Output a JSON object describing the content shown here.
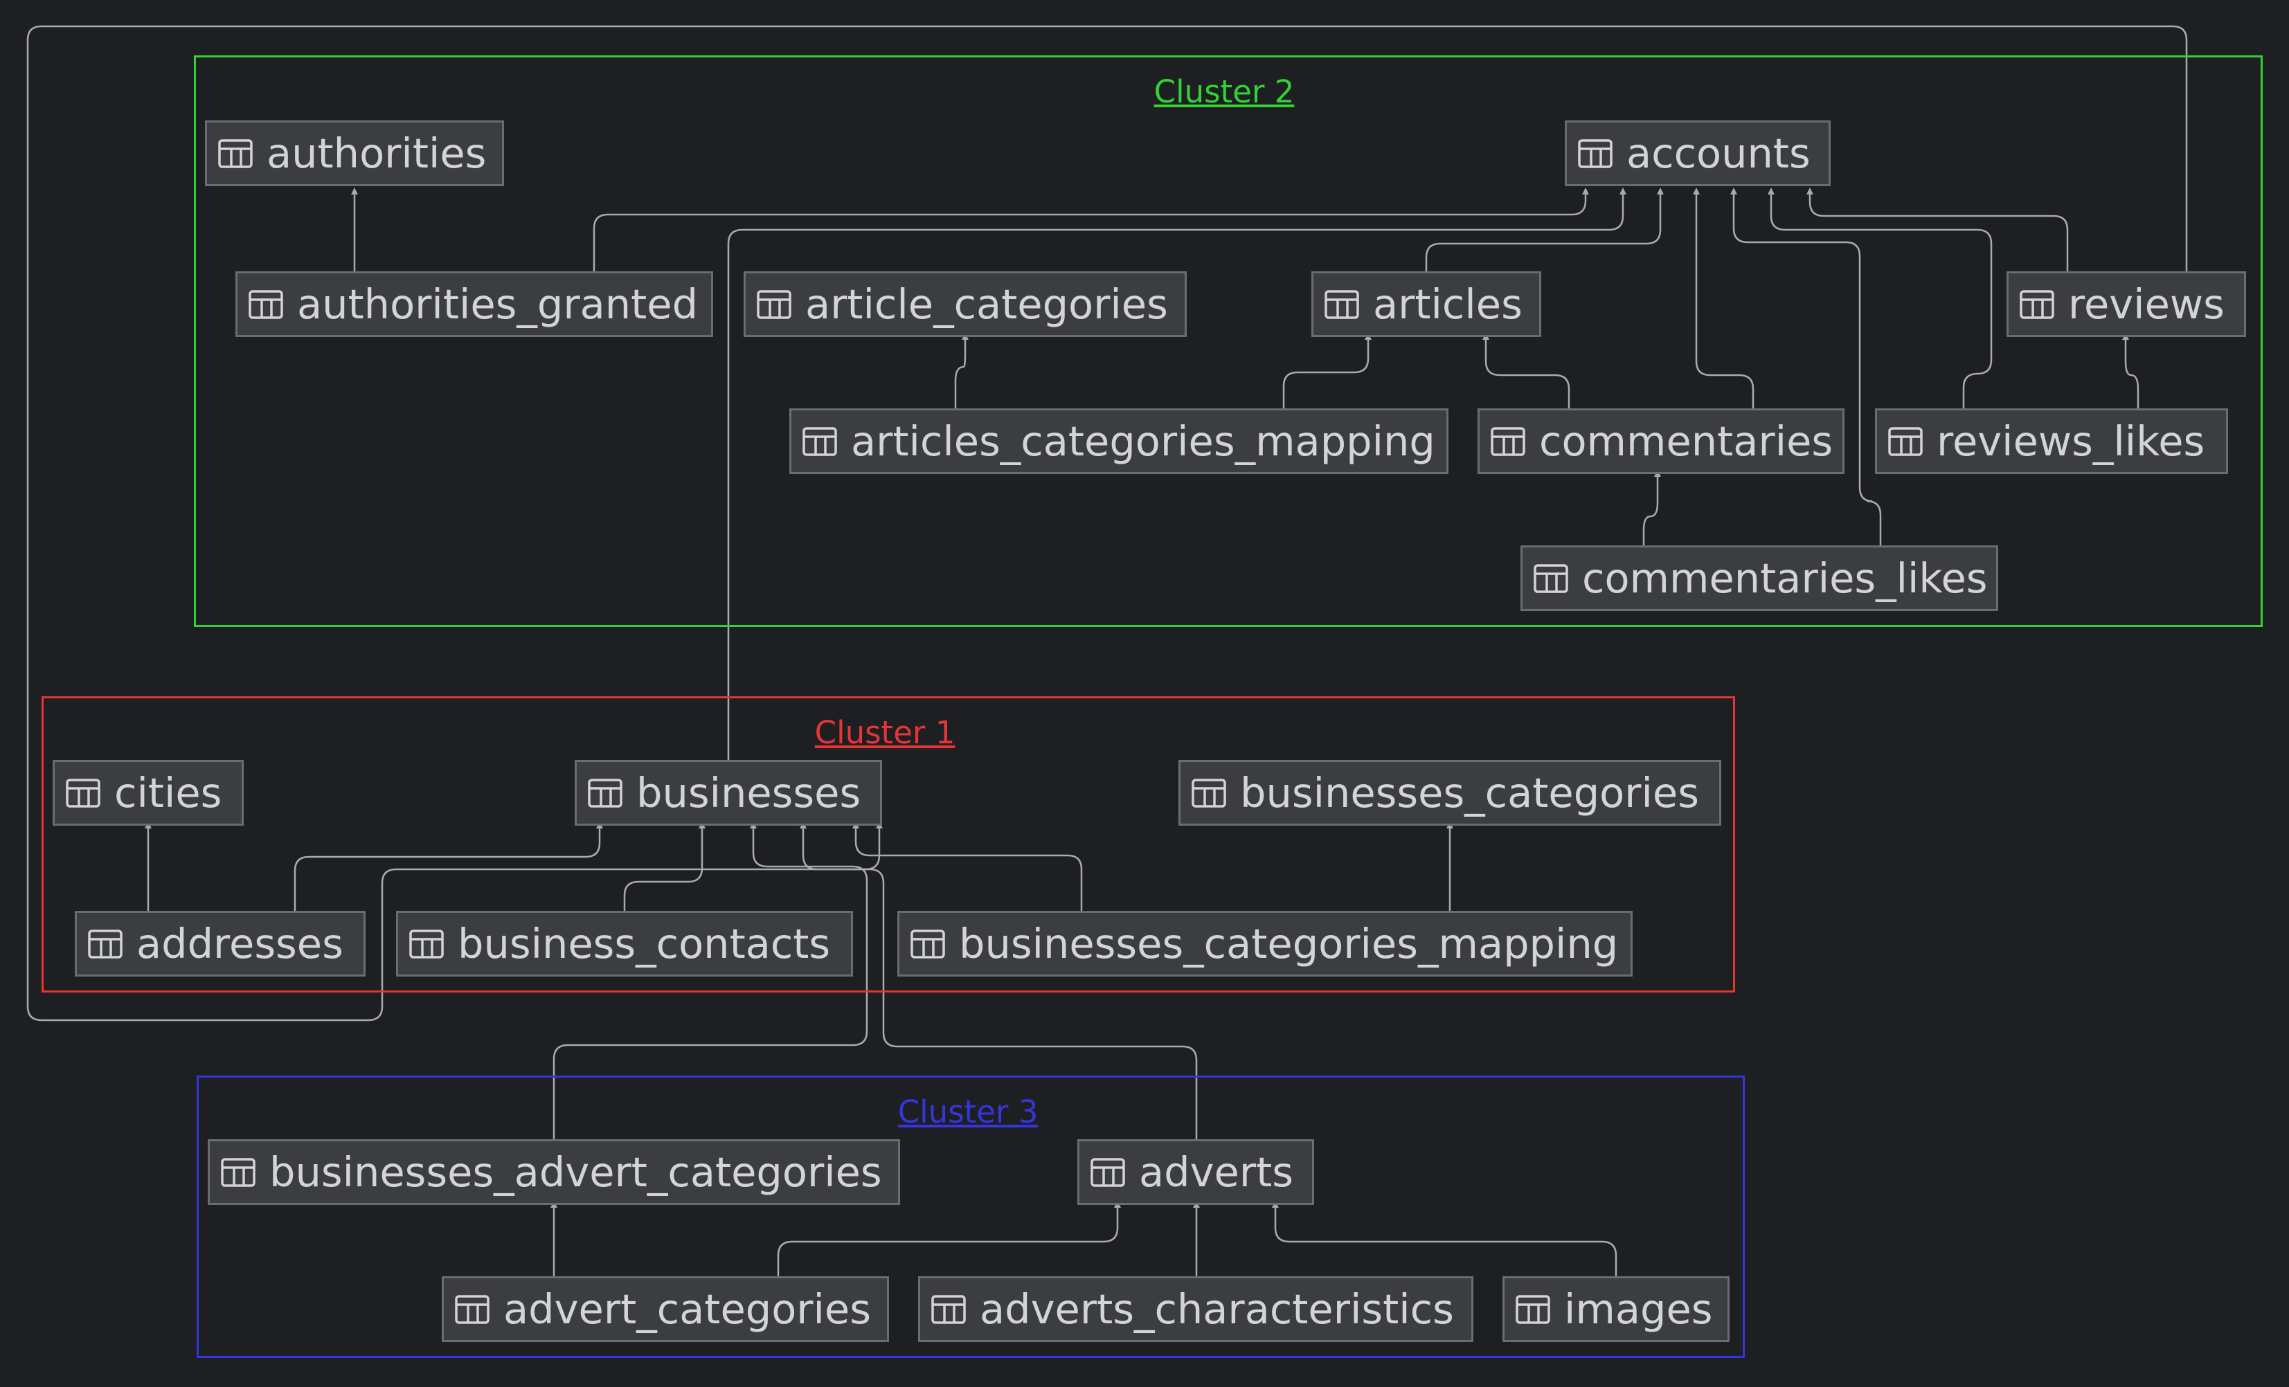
{
  "colors": {
    "background": "#1e1f22",
    "node_fill": "#3c3d40",
    "node_border": "#6b6c70",
    "text": "#d3d4d6",
    "edge": "#a9aaad"
  },
  "node_icon": "table-icon",
  "clusters": [
    {
      "id": "cluster-2",
      "label": "Cluster 2",
      "color": "#32d232"
    },
    {
      "id": "cluster-1",
      "label": "Cluster 1",
      "color": "#e53535"
    },
    {
      "id": "cluster-3",
      "label": "Cluster 3",
      "color": "#3535dc"
    }
  ],
  "tables": [
    {
      "id": "authorities",
      "label": "authorities",
      "cluster": "cluster-2"
    },
    {
      "id": "accounts",
      "label": "accounts",
      "cluster": "cluster-2"
    },
    {
      "id": "authorities_granted",
      "label": "authorities_granted",
      "cluster": "cluster-2"
    },
    {
      "id": "article_categories",
      "label": "article_categories",
      "cluster": "cluster-2"
    },
    {
      "id": "articles",
      "label": "articles",
      "cluster": "cluster-2"
    },
    {
      "id": "reviews",
      "label": "reviews",
      "cluster": "cluster-2"
    },
    {
      "id": "articles_categories_mapping",
      "label": "articles_categories_mapping",
      "cluster": "cluster-2"
    },
    {
      "id": "commentaries",
      "label": "commentaries",
      "cluster": "cluster-2"
    },
    {
      "id": "reviews_likes",
      "label": "reviews_likes",
      "cluster": "cluster-2"
    },
    {
      "id": "commentaries_likes",
      "label": "commentaries_likes",
      "cluster": "cluster-2"
    },
    {
      "id": "cities",
      "label": "cities",
      "cluster": "cluster-1"
    },
    {
      "id": "businesses",
      "label": "businesses",
      "cluster": "cluster-1"
    },
    {
      "id": "businesses_categories",
      "label": "businesses_categories",
      "cluster": "cluster-1"
    },
    {
      "id": "addresses",
      "label": "addresses",
      "cluster": "cluster-1"
    },
    {
      "id": "business_contacts",
      "label": "business_contacts",
      "cluster": "cluster-1"
    },
    {
      "id": "businesses_categories_mapping",
      "label": "businesses_categories_mapping",
      "cluster": "cluster-1"
    },
    {
      "id": "businesses_advert_categories",
      "label": "businesses_advert_categories",
      "cluster": "cluster-3"
    },
    {
      "id": "adverts",
      "label": "adverts",
      "cluster": "cluster-3"
    },
    {
      "id": "advert_categories",
      "label": "advert_categories",
      "cluster": "cluster-3"
    },
    {
      "id": "adverts_characteristics",
      "label": "adverts_characteristics",
      "cluster": "cluster-3"
    },
    {
      "id": "images",
      "label": "images",
      "cluster": "cluster-3"
    }
  ],
  "relations": [
    {
      "from": "authorities_granted",
      "to": "authorities"
    },
    {
      "from": "authorities_granted",
      "to": "accounts"
    },
    {
      "from": "businesses",
      "to": "accounts"
    },
    {
      "from": "articles",
      "to": "accounts"
    },
    {
      "from": "commentaries",
      "to": "accounts"
    },
    {
      "from": "commentaries_likes",
      "to": "accounts"
    },
    {
      "from": "reviews_likes",
      "to": "accounts"
    },
    {
      "from": "reviews",
      "to": "accounts"
    },
    {
      "from": "articles_categories_mapping",
      "to": "article_categories"
    },
    {
      "from": "articles_categories_mapping",
      "to": "articles"
    },
    {
      "from": "commentaries",
      "to": "articles"
    },
    {
      "from": "commentaries_likes",
      "to": "commentaries"
    },
    {
      "from": "reviews_likes",
      "to": "reviews"
    },
    {
      "from": "reviews",
      "to": "businesses"
    },
    {
      "from": "addresses",
      "to": "cities"
    },
    {
      "from": "addresses",
      "to": "businesses"
    },
    {
      "from": "business_contacts",
      "to": "businesses"
    },
    {
      "from": "businesses_advert_categories",
      "to": "businesses"
    },
    {
      "from": "adverts",
      "to": "businesses"
    },
    {
      "from": "businesses_categories_mapping",
      "to": "businesses"
    },
    {
      "from": "businesses_categories_mapping",
      "to": "businesses_categories"
    },
    {
      "from": "advert_categories",
      "to": "businesses_advert_categories"
    },
    {
      "from": "advert_categories",
      "to": "adverts"
    },
    {
      "from": "adverts_characteristics",
      "to": "adverts"
    },
    {
      "from": "images",
      "to": "adverts"
    }
  ]
}
